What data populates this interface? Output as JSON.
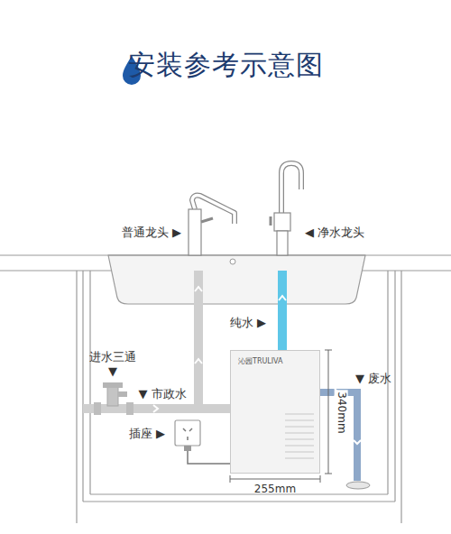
{
  "diagram": {
    "title": "安装参考示意图",
    "nodes": [
      {
        "text": [
          "沁园TRULIVA"
        ]
      }
    ],
    "labels": [
      "普通龙头 ▶",
      "◀ 净水龙头",
      "纯水 ▶",
      "进水三通 ▼",
      "▼ 市政水",
      "▼ 废水",
      "插座 ▶",
      "340mm",
      "255mm"
    ]
  }
}
